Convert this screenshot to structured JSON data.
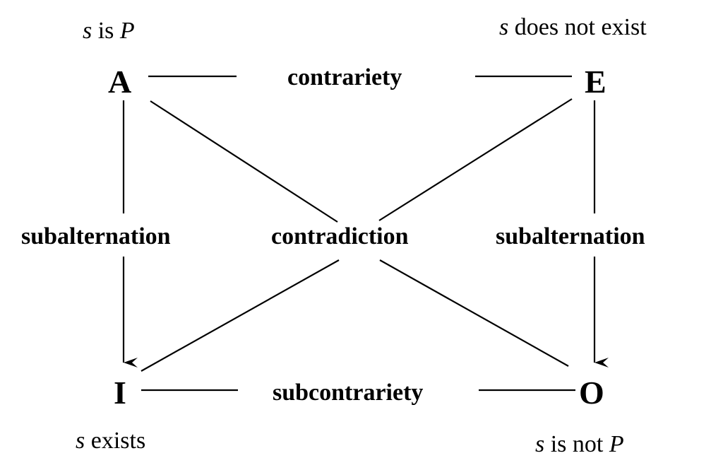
{
  "corners": {
    "a": "A",
    "e": "E",
    "i": "I",
    "o": "O"
  },
  "relations": {
    "top": "contrariety",
    "center": "contradiction",
    "left": "subalternation",
    "right": "subalternation",
    "bottom": "subcontrariety"
  },
  "annotations": {
    "a": {
      "var": "s",
      "mid": " is ",
      "tail": "P"
    },
    "e": {
      "var": "s",
      "mid": " does not exist",
      "tail": ""
    },
    "i": {
      "var": "s",
      "mid": " exists",
      "tail": ""
    },
    "o": {
      "var": "s",
      "mid": " is not ",
      "tail": "P"
    }
  }
}
